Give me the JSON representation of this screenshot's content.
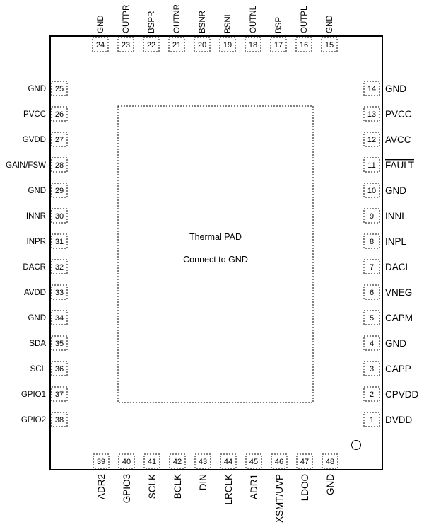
{
  "thermal_pad": {
    "title": "Thermal PAD",
    "note": "Connect to GND"
  },
  "pins": {
    "right": [
      {
        "num": "1",
        "name": "DVDD"
      },
      {
        "num": "2",
        "name": "CPVDD"
      },
      {
        "num": "3",
        "name": "CAPP"
      },
      {
        "num": "4",
        "name": "GND"
      },
      {
        "num": "5",
        "name": "CAPM"
      },
      {
        "num": "6",
        "name": "VNEG"
      },
      {
        "num": "7",
        "name": "DACL"
      },
      {
        "num": "8",
        "name": "INPL"
      },
      {
        "num": "9",
        "name": "INNL"
      },
      {
        "num": "10",
        "name": "GND"
      },
      {
        "num": "11",
        "name": "FAULT",
        "overline": true
      },
      {
        "num": "12",
        "name": "AVCC"
      },
      {
        "num": "13",
        "name": "PVCC"
      },
      {
        "num": "14",
        "name": "GND"
      }
    ],
    "top": [
      {
        "num": "15",
        "name": "GND"
      },
      {
        "num": "16",
        "name": "OUTPL"
      },
      {
        "num": "17",
        "name": "BSPL"
      },
      {
        "num": "18",
        "name": "OUTNL"
      },
      {
        "num": "19",
        "name": "BSNL"
      },
      {
        "num": "20",
        "name": "BSNR"
      },
      {
        "num": "21",
        "name": "OUTNR"
      },
      {
        "num": "22",
        "name": "BSPR"
      },
      {
        "num": "23",
        "name": "OUTPR"
      },
      {
        "num": "24",
        "name": "GND"
      }
    ],
    "left": [
      {
        "num": "25",
        "name": "GND"
      },
      {
        "num": "26",
        "name": "PVCC"
      },
      {
        "num": "27",
        "name": "GVDD"
      },
      {
        "num": "28",
        "name": "GAIN/FSW"
      },
      {
        "num": "29",
        "name": "GND"
      },
      {
        "num": "30",
        "name": "INNR"
      },
      {
        "num": "31",
        "name": "INPR"
      },
      {
        "num": "32",
        "name": "DACR"
      },
      {
        "num": "33",
        "name": "AVDD"
      },
      {
        "num": "34",
        "name": "GND"
      },
      {
        "num": "35",
        "name": "SDA"
      },
      {
        "num": "36",
        "name": "SCL"
      },
      {
        "num": "37",
        "name": "GPIO1"
      },
      {
        "num": "38",
        "name": "GPIO2"
      }
    ],
    "bottom": [
      {
        "num": "39",
        "name": "ADR2"
      },
      {
        "num": "40",
        "name": "GPIO3"
      },
      {
        "num": "41",
        "name": "SCLK"
      },
      {
        "num": "42",
        "name": "BCLK"
      },
      {
        "num": "43",
        "name": "DIN"
      },
      {
        "num": "44",
        "name": "LRCLK"
      },
      {
        "num": "45",
        "name": "ADR1"
      },
      {
        "num": "46",
        "name": "XSMT/UVP"
      },
      {
        "num": "47",
        "name": "LDOO"
      },
      {
        "num": "48",
        "name": "GND"
      }
    ]
  }
}
